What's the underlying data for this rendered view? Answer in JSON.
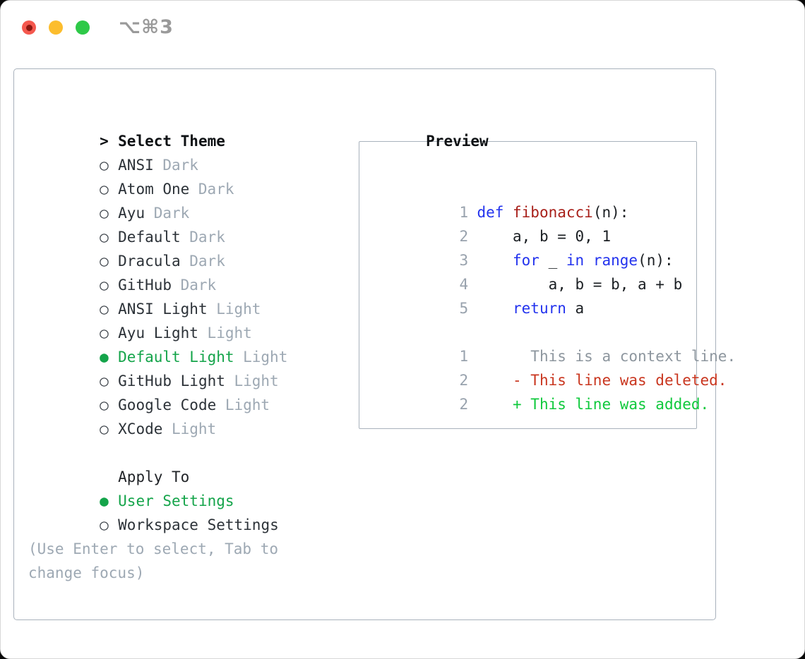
{
  "colors": {
    "accent-green": "#14a44a",
    "added-green": "#0fc93c",
    "deleted-red": "#c9361f",
    "keyword-blue": "#2333ee",
    "function-red": "#a8201a",
    "muted-gray": "#9da8b3",
    "lnum-gray": "#98a2ad",
    "context-gray": "#8d969e",
    "border-gray": "#a9b2bc",
    "title-gray": "#9a9a9a",
    "traffic-red": "#f4584e",
    "traffic-red-dot": "#8c1710",
    "traffic-yellow": "#fcbd2d",
    "traffic-green": "#2ec948"
  },
  "window": {
    "titlebar": {
      "shortcut_label": "⌥⌘3"
    }
  },
  "theme_selector": {
    "header": {
      "prompt": ">",
      "label": "Select Theme"
    },
    "items": [
      {
        "marker": "○",
        "name": "ANSI",
        "variant": "Dark",
        "selected": false
      },
      {
        "marker": "○",
        "name": "Atom One",
        "variant": "Dark",
        "selected": false
      },
      {
        "marker": "○",
        "name": "Ayu",
        "variant": "Dark",
        "selected": false
      },
      {
        "marker": "○",
        "name": "Default",
        "variant": "Dark",
        "selected": false
      },
      {
        "marker": "○",
        "name": "Dracula",
        "variant": "Dark",
        "selected": false
      },
      {
        "marker": "○",
        "name": "GitHub",
        "variant": "Dark",
        "selected": false
      },
      {
        "marker": "○",
        "name": "ANSI Light",
        "variant": "Light",
        "selected": false
      },
      {
        "marker": "○",
        "name": "Ayu Light",
        "variant": "Light",
        "selected": false
      },
      {
        "marker": "●",
        "name": "Default Light",
        "variant": "Light",
        "selected": true
      },
      {
        "marker": "○",
        "name": "GitHub Light",
        "variant": "Light",
        "selected": false
      },
      {
        "marker": "○",
        "name": "Google Code",
        "variant": "Light",
        "selected": false
      },
      {
        "marker": "○",
        "name": "XCode",
        "variant": "Light",
        "selected": false
      }
    ],
    "apply_to": {
      "label": "Apply To",
      "options": [
        {
          "marker": "●",
          "name": "User Settings",
          "selected": true
        },
        {
          "marker": "○",
          "name": "Workspace Settings",
          "selected": false
        }
      ]
    },
    "help_lines": [
      "(Use Enter to select, Tab to",
      "change focus)"
    ]
  },
  "preview": {
    "label": "Preview",
    "lines": [
      {
        "num": "1",
        "tokens": [
          {
            "text": "def ",
            "style": "keyword"
          },
          {
            "text": "fibonacci",
            "style": "function"
          },
          {
            "text": "(n):",
            "style": "plain"
          }
        ]
      },
      {
        "num": "2",
        "tokens": [
          {
            "text": "    a, b = 0, 1",
            "style": "plain"
          }
        ]
      },
      {
        "num": "3",
        "tokens": [
          {
            "text": "    ",
            "style": "plain"
          },
          {
            "text": "for",
            "style": "keyword"
          },
          {
            "text": " _ ",
            "style": "plain"
          },
          {
            "text": "in",
            "style": "keyword"
          },
          {
            "text": " ",
            "style": "plain"
          },
          {
            "text": "range",
            "style": "keyword"
          },
          {
            "text": "(n):",
            "style": "plain"
          }
        ]
      },
      {
        "num": "4",
        "tokens": [
          {
            "text": "        a, b = b, a + b",
            "style": "plain"
          }
        ]
      },
      {
        "num": "5",
        "tokens": [
          {
            "text": "    ",
            "style": "plain"
          },
          {
            "text": "return",
            "style": "keyword"
          },
          {
            "text": " a",
            "style": "plain"
          }
        ]
      }
    ],
    "diff_lines": [
      {
        "num": "1",
        "text": "      This is a context line.",
        "style": "context"
      },
      {
        "num": "2",
        "text": "    - This line was deleted.",
        "style": "deleted"
      },
      {
        "num": "2",
        "text": "    + This line was added.",
        "style": "added"
      }
    ]
  }
}
